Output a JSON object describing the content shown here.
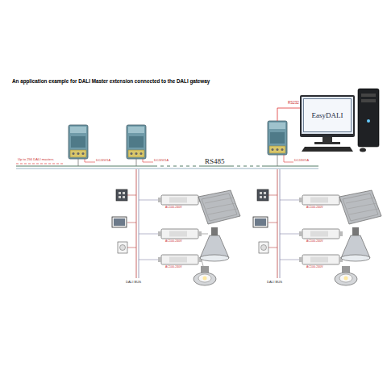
{
  "diagram": {
    "title": "An application example for DALI Master extension connected to the DALI gateway",
    "nodes": [
      {
        "text": [
          "EasyDALI"
        ]
      }
    ],
    "labels": [
      "Up to 256 DALI masters",
      "DC24V/1A",
      "DC24V/1A",
      "RS485",
      "DC24V/1A",
      "RS232",
      "AC100-240V",
      "AC100-240V",
      "AC100-240V",
      "AC100-240V",
      "AC100-240V",
      "AC100-240V",
      "DALI BUS",
      "DALI BUS"
    ]
  }
}
